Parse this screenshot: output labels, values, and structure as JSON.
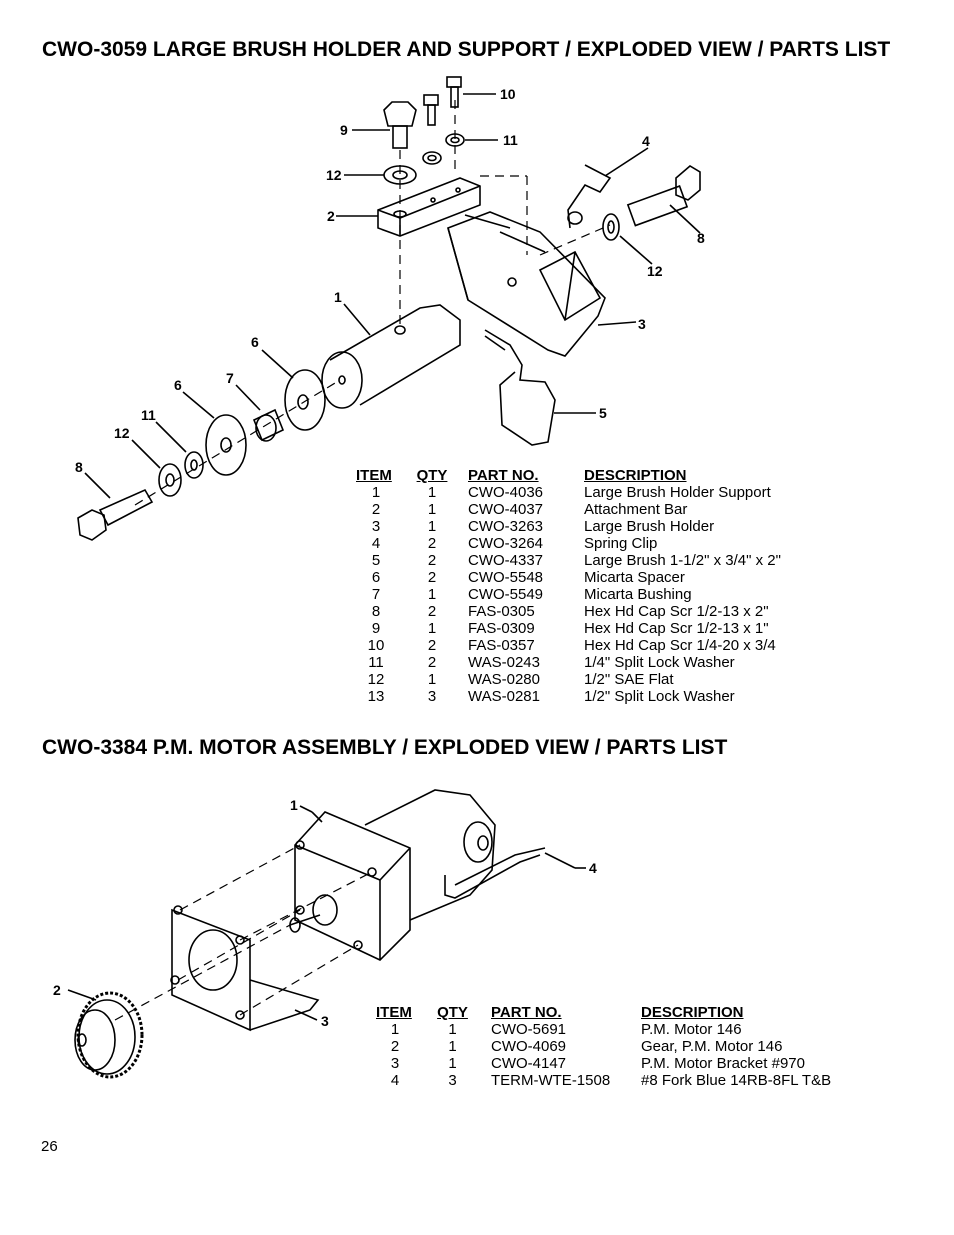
{
  "section1": {
    "title": "CWO-3059 LARGE BRUSH HOLDER AND SUPPORT / EXPLODED VIEW / PARTS LIST",
    "callouts": [
      "10",
      "9",
      "11",
      "4",
      "12",
      "2",
      "8",
      "12",
      "1",
      "3",
      "6",
      "7",
      "6",
      "11",
      "12",
      "5",
      "8"
    ],
    "table": {
      "headers": [
        "ITEM",
        "QTY",
        "PART NO.",
        "DESCRIPTION"
      ],
      "rows": [
        [
          "1",
          "1",
          "CWO-4036",
          "Large Brush Holder Support"
        ],
        [
          "2",
          "1",
          "CWO-4037",
          "Attachment Bar"
        ],
        [
          "3",
          "1",
          "CWO-3263",
          "Large Brush Holder"
        ],
        [
          "4",
          "2",
          "CWO-3264",
          "Spring Clip"
        ],
        [
          "5",
          "2",
          "CWO-4337",
          "Large Brush 1-1/2\" x 3/4\" x 2\""
        ],
        [
          "6",
          "2",
          "CWO-5548",
          "Micarta Spacer"
        ],
        [
          "7",
          "1",
          "CWO-5549",
          "Micarta Bushing"
        ],
        [
          "8",
          "2",
          "FAS-0305",
          "Hex Hd Cap Scr 1/2-13 x 2\""
        ],
        [
          "9",
          "1",
          "FAS-0309",
          "Hex Hd Cap Scr 1/2-13 x 1\""
        ],
        [
          "10",
          "2",
          "FAS-0357",
          "Hex Hd Cap Scr 1/4-20 x 3/4"
        ],
        [
          "11",
          "2",
          "WAS-0243",
          "1/4\" Split Lock Washer"
        ],
        [
          "12",
          "1",
          "WAS-0280",
          "1/2\" SAE Flat"
        ],
        [
          "13",
          "3",
          "WAS-0281",
          "1/2\" Split Lock Washer"
        ]
      ]
    }
  },
  "section2": {
    "title": "CWO-3384 P.M. MOTOR ASSEMBLY / EXPLODED VIEW / PARTS LIST",
    "callouts": [
      "1",
      "4",
      "2",
      "3"
    ],
    "table": {
      "headers": [
        "ITEM",
        "QTY",
        "PART NO.",
        "DESCRIPTION"
      ],
      "rows": [
        [
          "1",
          "1",
          "CWO-5691",
          "P.M. Motor 146"
        ],
        [
          "2",
          "1",
          "CWO-4069",
          "Gear, P.M. Motor 146"
        ],
        [
          "3",
          "1",
          "CWO-4147",
          "P.M. Motor Bracket #970"
        ],
        [
          "4",
          "3",
          "TERM-WTE-1508",
          "#8 Fork Blue 14RB-8FL T&B"
        ]
      ]
    }
  },
  "page_number": "26"
}
